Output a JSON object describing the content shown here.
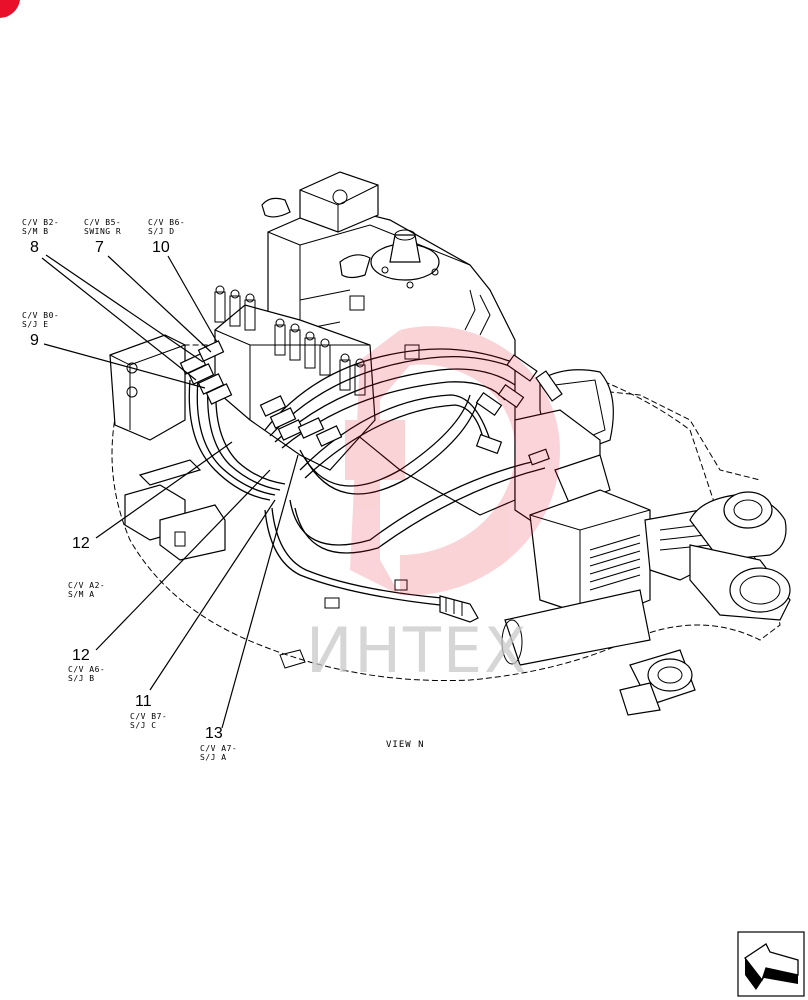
{
  "labels": [
    {
      "id": "8",
      "number": "8",
      "caption_line1": "C/V B2-",
      "caption_line2": "S/M B"
    },
    {
      "id": "7",
      "number": "7",
      "caption_line1": "C/V B5-",
      "caption_line2": "SWING R"
    },
    {
      "id": "10",
      "number": "10",
      "caption_line1": "C/V B6-",
      "caption_line2": "S/J D"
    },
    {
      "id": "9",
      "number": "9",
      "caption_line1": "C/V B0-",
      "caption_line2": "S/J E"
    },
    {
      "id": "12a",
      "number": "12",
      "caption_line1": "C/V A2-",
      "caption_line2": "S/M A"
    },
    {
      "id": "12b",
      "number": "12",
      "caption_line1": "C/V A6-",
      "caption_line2": "S/J B"
    },
    {
      "id": "11",
      "number": "11",
      "caption_line1": "C/V B7-",
      "caption_line2": "S/J C"
    },
    {
      "id": "13",
      "number": "13",
      "caption_line1": "C/V A7-",
      "caption_line2": "S/J A"
    }
  ],
  "view_label": "VIEW N",
  "watermark": "ИНТЕХ",
  "colors": {
    "line": "#000000",
    "watermark_logo": "#e8102a",
    "watermark_text": "#c9c9c9",
    "corner_mark": "#e8102a"
  },
  "icons": [
    "corner-mark-icon",
    "watermark-logo-icon",
    "nav-arrow-icon"
  ]
}
